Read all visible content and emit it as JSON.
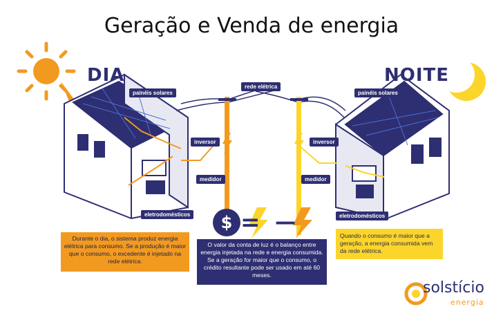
{
  "title": "Geração e Venda de energia",
  "day_label": "DIA",
  "night_label": "NOITE",
  "tags": {
    "paineis_left": "painéis solares",
    "paineis_right": "painéis solares",
    "rede": "rede elétrica",
    "inversor_left": "inversor",
    "inversor_right": "inversor",
    "medidor_left": "medidor",
    "medidor_right": "medidor",
    "eletro_left": "eletrodomésticos",
    "eletro_right": "eletrodomésticos"
  },
  "boxes": {
    "day": "Durante o dia, o sistema produz energia elétrica para consumo. Se a produção é maior que o consumo, o excedente é injetado na rede elétrica.",
    "center": "O valor da conta de luz é o balanço entre energia injetada na rede e energia consumida. Se a geração for maior que o consumo, o crédito resultante pode ser usado em até 60 meses.",
    "night": "Quando o consumo é maior que a geração, a energia consumida vem da rede elétrica."
  },
  "equation": {
    "symbol": "$",
    "equals": "=",
    "minus": "—"
  },
  "logo": {
    "name": "solstício",
    "sub": "energia"
  },
  "colors": {
    "navy": "#2e2e72",
    "orange": "#f29a20",
    "yellow": "#fbd52a"
  }
}
